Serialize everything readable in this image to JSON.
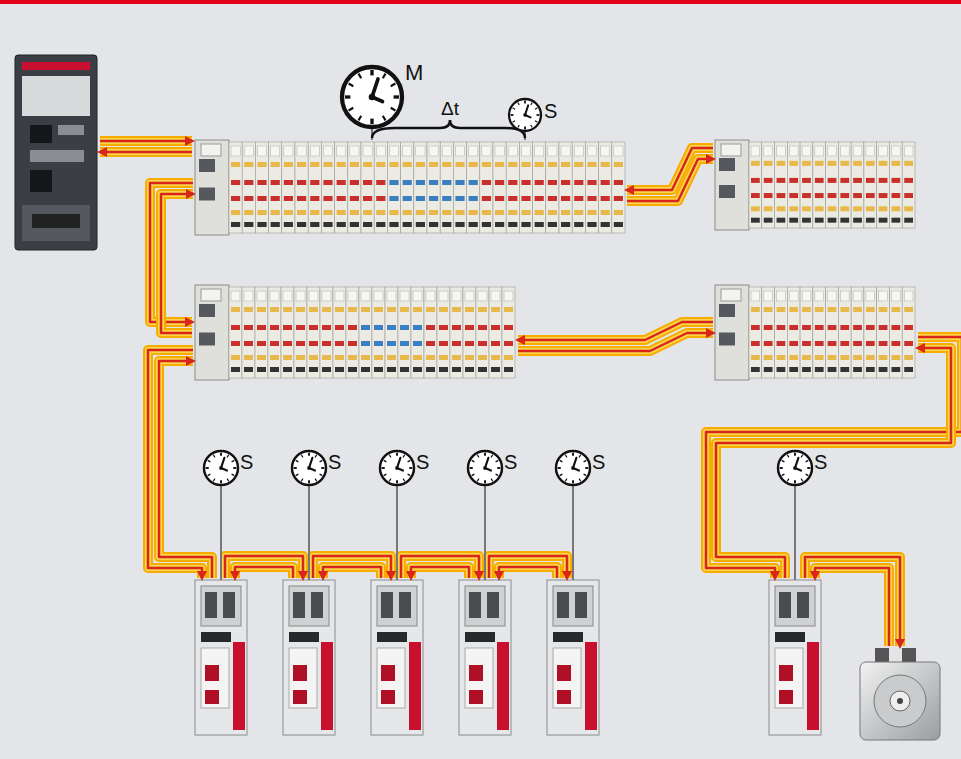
{
  "diagram": {
    "labels": [
      "M",
      "Δt",
      "S",
      "S",
      "S",
      "S",
      "S",
      "S",
      "S"
    ]
  }
}
